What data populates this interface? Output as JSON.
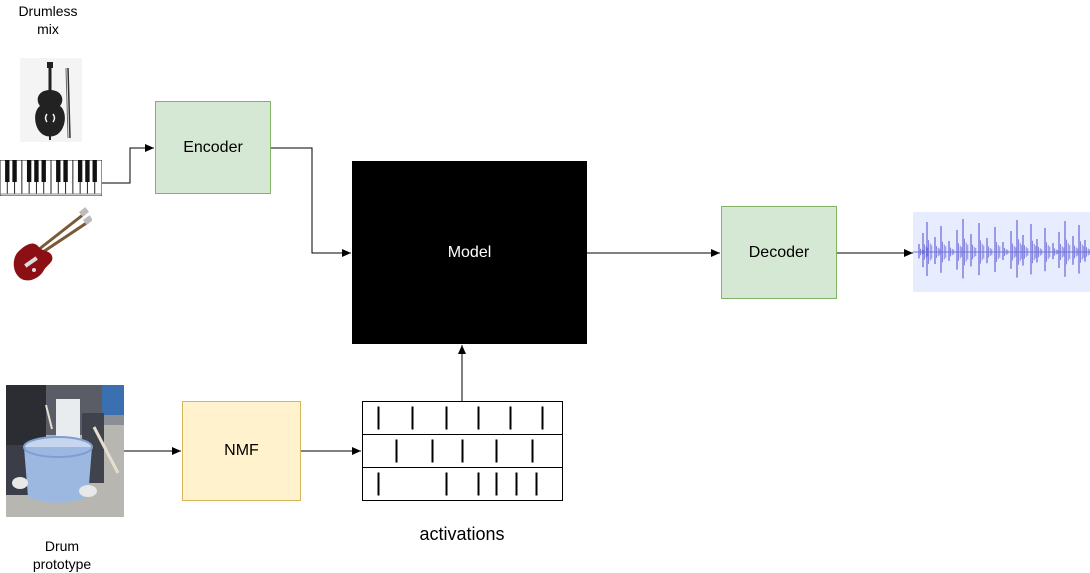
{
  "inputs": {
    "drumless_label": "Drumless\nmix",
    "drum_label": "Drum\nprototype"
  },
  "blocks": {
    "encoder": "Encoder",
    "model": "Model",
    "decoder": "Decoder",
    "nmf": "NMF"
  },
  "activations": {
    "label": "activations",
    "rows": [
      [
        0.08,
        0.25,
        0.42,
        0.58,
        0.74,
        0.9
      ],
      [
        0.17,
        0.35,
        0.5,
        0.67,
        0.85
      ],
      [
        0.08,
        0.42,
        0.58,
        0.67,
        0.77,
        0.87
      ]
    ]
  },
  "colors": {
    "encoder_fill": "#d5e8d4",
    "encoder_stroke": "#82b366",
    "nmf_fill": "#fff2cc",
    "nmf_stroke": "#d6b656",
    "model_fill": "#000000",
    "waveform": "#6f6fd8",
    "waveform_bg": "#e8ecff"
  },
  "icons": [
    "violin-icon",
    "piano-keyboard-icon",
    "electric-guitar-icon",
    "drummer-photo",
    "audio-waveform-icon"
  ]
}
